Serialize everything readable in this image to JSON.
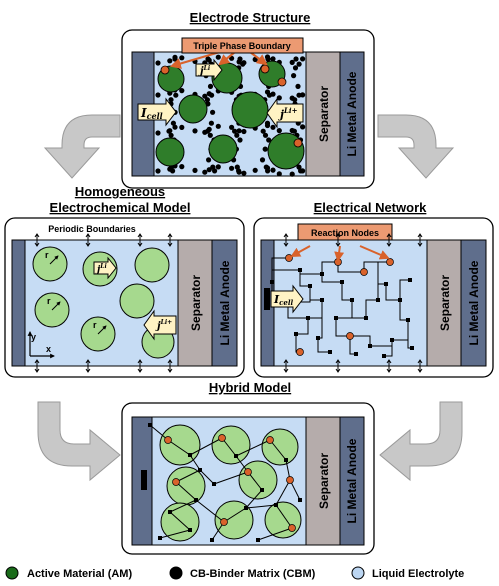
{
  "titles": {
    "electrode_structure": "Electrode Structure",
    "homogeneous_line1": "Homogeneous",
    "homogeneous_line2": "Electrochemical Model",
    "electrical_network": "Electrical Network",
    "hybrid_model": "Hybrid Model"
  },
  "labels": {
    "triple_phase_boundary": "Triple Phase Boundary",
    "periodic_boundaries": "Periodic Boundaries",
    "reaction_nodes": "Reaction Nodes",
    "separator": "Separator",
    "anode": "Li Metal Anode",
    "i_cell_main": "I",
    "i_cell_sub": "cell",
    "j_main": "j",
    "j_sup": "Li",
    "j_sup_plus": "Li+",
    "r": "r",
    "axis_x": "x",
    "axis_y": "y"
  },
  "legend": [
    {
      "label": "Active Material (AM)",
      "color": "#1a6b1a"
    },
    {
      "label": "CB-Binder Matrix (CBM)",
      "color": "#000000"
    },
    {
      "label": "Liquid Electrolyte",
      "color": "#bcd6f2"
    }
  ],
  "colors": {
    "electrolyte": "#c6dcf4",
    "am_dark": "#2f7d2a",
    "am_light": "#a6d98e",
    "orange": "#d9622b",
    "label_box": "#ec9a72",
    "separator": "#b5acab",
    "anode": "#5f6e8c",
    "arrow_gray": "#c8c8c8"
  }
}
